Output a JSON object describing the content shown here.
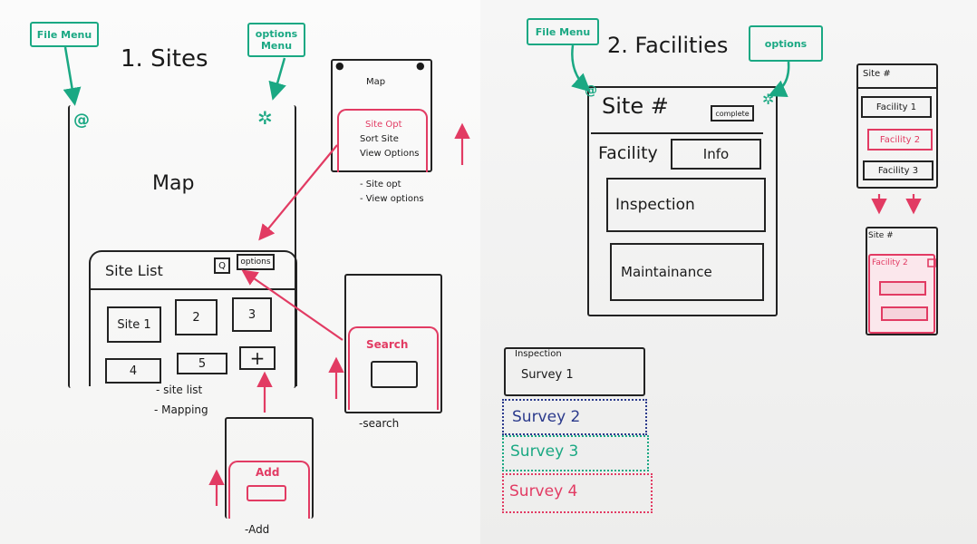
{
  "colors": {
    "teal": "#1aa883",
    "pink": "#e23b63",
    "navy": "#2b3a8c",
    "ink": "#222222"
  },
  "sites": {
    "heading": "1. Sites",
    "file_menu": "File Menu",
    "options_menu": "options Menu",
    "at_icon": "@",
    "map": "Map",
    "site_list": "Site List",
    "search_glyph": "Q",
    "options": "options",
    "tiles": [
      "Site 1",
      "2",
      "3",
      "4",
      "5",
      "+"
    ],
    "notes": [
      "- site list",
      "- Mapping"
    ],
    "map_panel": {
      "title": "Map",
      "menu": [
        "Site Opt",
        "Sort Site",
        "View Options"
      ],
      "notes": [
        "- Site opt",
        "- View options"
      ]
    },
    "search_panel": {
      "label": "Search",
      "caption": "-search"
    },
    "add_panel": {
      "label": "Add",
      "caption": "-Add"
    }
  },
  "facilities": {
    "heading": "2. Facilities",
    "file_menu": "File Menu",
    "options": "options",
    "site_title": "Site #",
    "complete": "complete",
    "facility": "Facility",
    "info": "Info",
    "inspection": "Inspection",
    "maintenance": "Maintainance",
    "side_panel": {
      "title": "Site #",
      "items": [
        "Facility 1",
        "Facility 2",
        "Facility 3"
      ]
    },
    "detail_panel": {
      "title": "Site #",
      "facility": "Facility 2"
    },
    "surveys": {
      "header": "Inspection",
      "items": [
        "Survey 1",
        "Survey 2",
        "Survey 3",
        "Survey 4"
      ]
    }
  }
}
